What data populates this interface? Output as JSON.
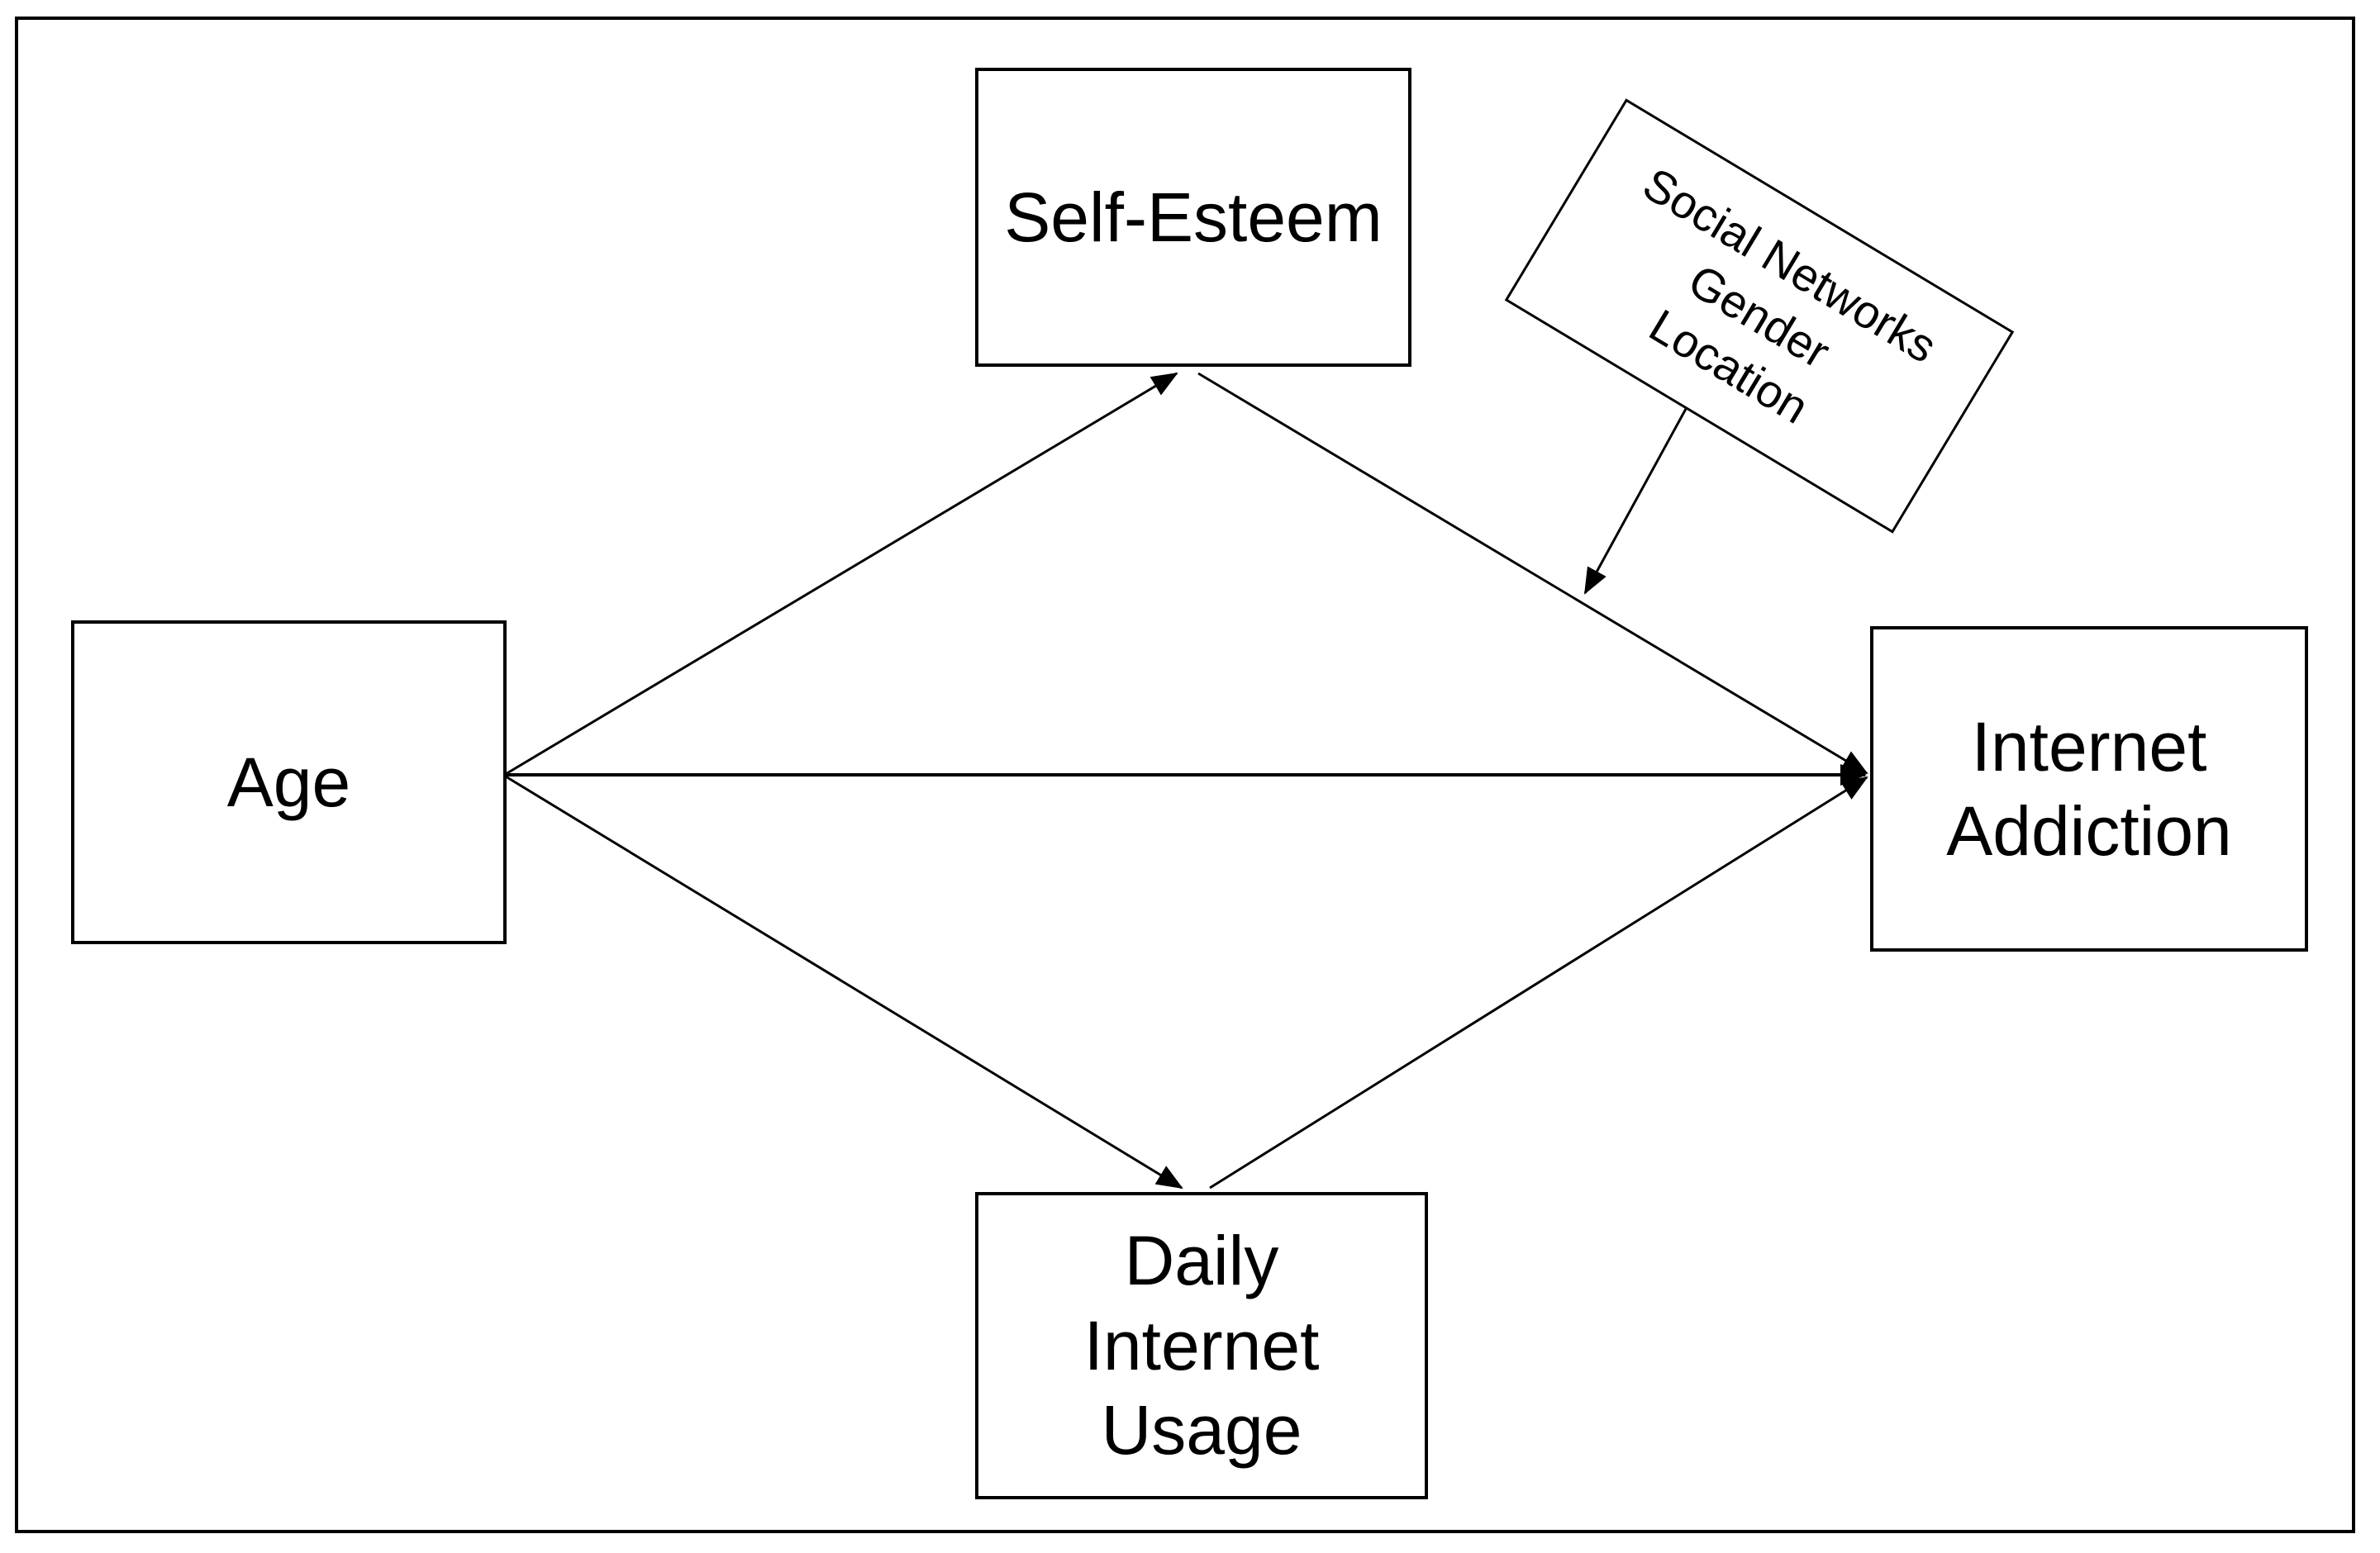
{
  "diagram": {
    "background_color": "#ffffff",
    "line_color": "#000000",
    "nodes": {
      "self_esteem": {
        "label": "Self-Esteem"
      },
      "age": {
        "label": "Age"
      },
      "internet_addiction": {
        "lines": [
          "Internet",
          "Addiction"
        ]
      },
      "daily_internet_usage": {
        "lines": [
          "Daily",
          "Internet",
          "Usage"
        ]
      },
      "moderators": {
        "lines": [
          "Social Networks",
          "Gender",
          "Location"
        ]
      }
    },
    "edges": [
      {
        "from": "Age",
        "to": "Self-Esteem",
        "arrow": "end"
      },
      {
        "from": "Self-Esteem",
        "to": "Internet Addiction",
        "arrow": "end"
      },
      {
        "from": "Age",
        "to": "Internet Addiction",
        "arrow": "end"
      },
      {
        "from": "Age",
        "to": "Daily Internet Usage",
        "arrow": "end"
      },
      {
        "from": "Daily Internet Usage",
        "to": "Internet Addiction",
        "arrow": "end"
      },
      {
        "from": "Social Networks / Gender / Location",
        "to": "Self-Esteem to Internet Addiction path",
        "arrow": "end"
      }
    ]
  }
}
